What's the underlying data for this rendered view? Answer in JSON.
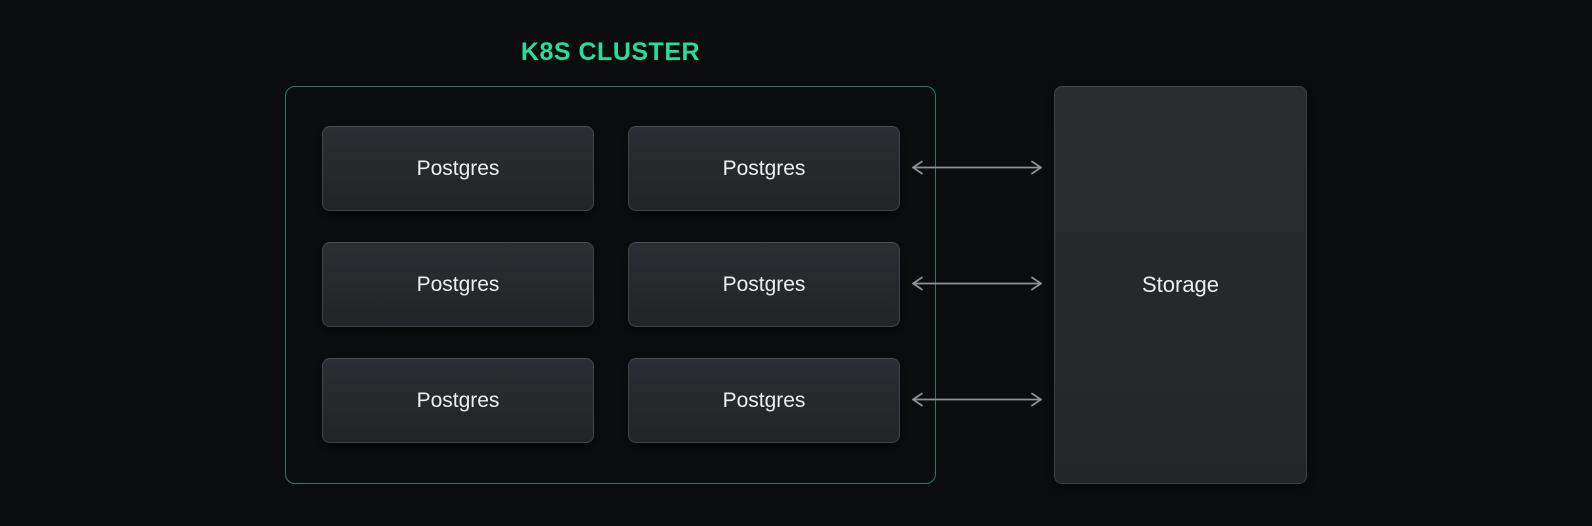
{
  "diagram": {
    "title": "K8S CLUSTER",
    "cluster": {
      "nodes": [
        {
          "label": "Postgres"
        },
        {
          "label": "Postgres"
        },
        {
          "label": "Postgres"
        },
        {
          "label": "Postgres"
        },
        {
          "label": "Postgres"
        },
        {
          "label": "Postgres"
        }
      ],
      "layout": "2 columns x 3 rows"
    },
    "storage": {
      "label": "Storage"
    },
    "arrows": {
      "count": 3,
      "direction": "bidirectional",
      "connects": "right-column Postgres nodes to Storage"
    },
    "colors": {
      "accent_green": "#25DE9A",
      "cluster_border": "#20815F",
      "arrow_gray": "#8F9297",
      "node_text": "#ECEDEE",
      "background": "#0B0C0D"
    }
  }
}
